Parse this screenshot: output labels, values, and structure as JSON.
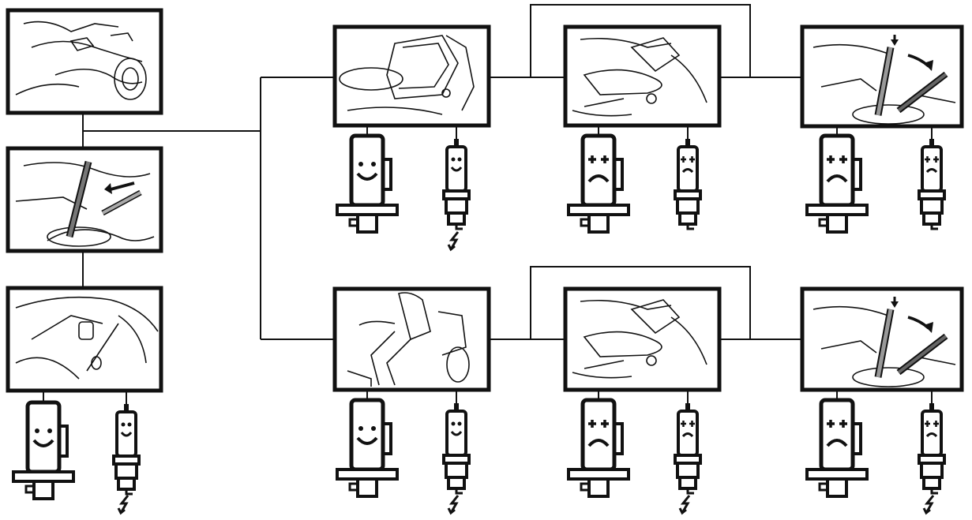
{
  "diagram": {
    "stroke_color": "#111111",
    "background_color": "#ffffff",
    "panels": [
      {
        "id": "p1",
        "scene": "hands-on-control-panel",
        "column": "left"
      },
      {
        "id": "p2",
        "scene": "lever-pulled-back",
        "column": "left"
      },
      {
        "id": "p3",
        "scene": "pedal-detail",
        "column": "left",
        "ignition_module": "happy",
        "spark_plug": "happy",
        "spark": true
      },
      {
        "id": "p4",
        "scene": "empty-seat",
        "row": "top",
        "ignition_module": "happy",
        "spark_plug": "happy",
        "spark": true
      },
      {
        "id": "p5",
        "scene": "engine-side-view",
        "row": "top",
        "ignition_module": "sad",
        "spark_plug": "sad",
        "spark": false
      },
      {
        "id": "p6",
        "scene": "lever-pushed-forward",
        "row": "top",
        "ignition_module": "sad",
        "spark_plug": "sad",
        "spark": false
      },
      {
        "id": "p7",
        "scene": "operator-seated",
        "row": "bottom",
        "ignition_module": "happy",
        "spark_plug": "happy",
        "spark": true
      },
      {
        "id": "p8",
        "scene": "engine-side-view",
        "row": "bottom",
        "ignition_module": "sad",
        "spark_plug": "sad",
        "spark": true
      },
      {
        "id": "p9",
        "scene": "lever-pushed-forward",
        "row": "bottom",
        "ignition_module": "sad",
        "spark_plug": "sad",
        "spark": true
      }
    ]
  }
}
